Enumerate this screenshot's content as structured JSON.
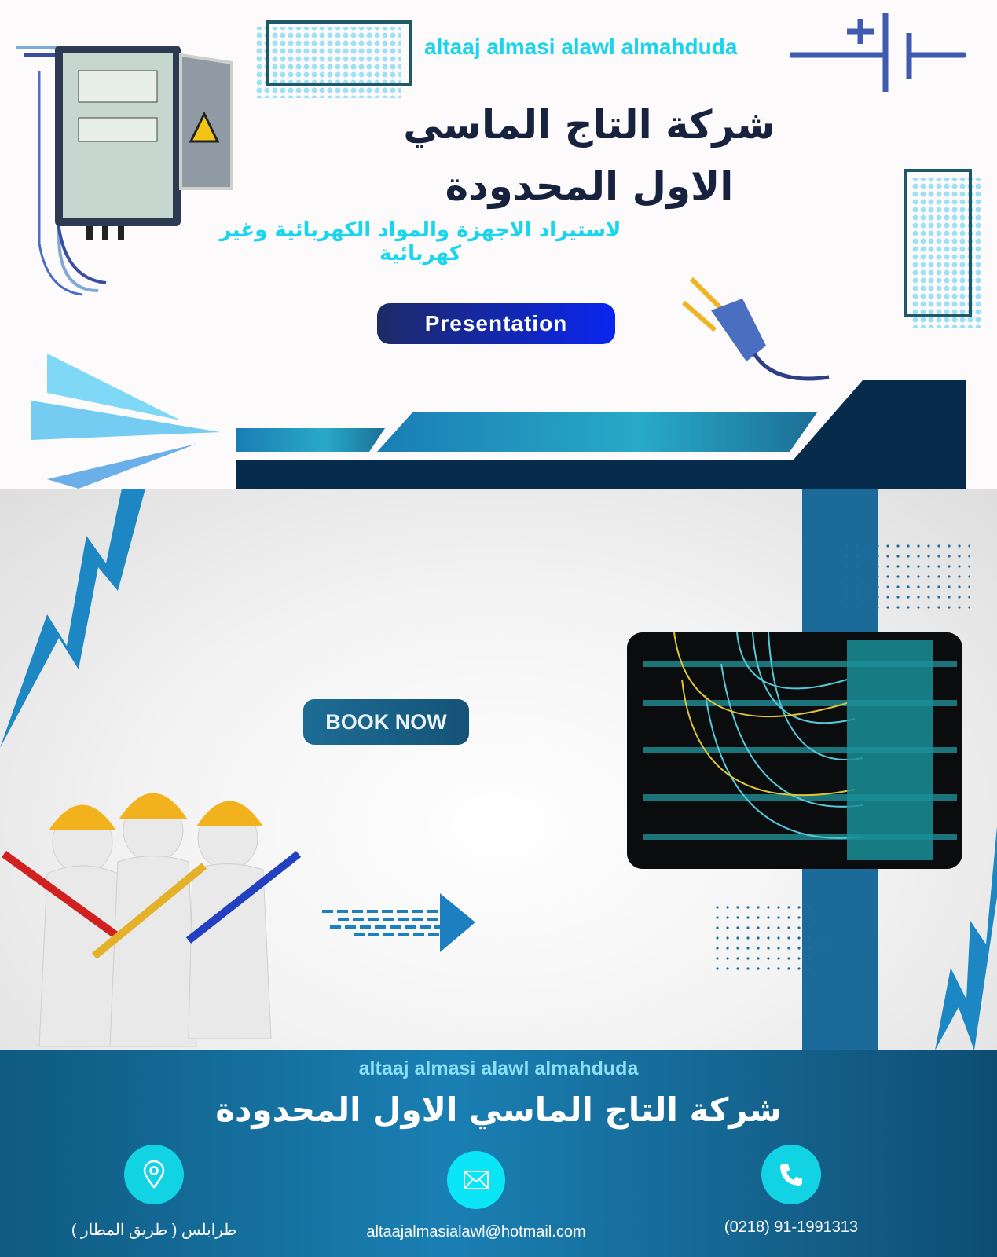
{
  "header": {
    "company_en": "altaaj almasi alawl almahduda",
    "company_ar": "شركة التاج الماسي الاول المحدودة",
    "tagline_ar": "لاستيراد الاجهزة والمواد الكهربائية وغير كهربائية",
    "presentation_label": "Presentation"
  },
  "main": {
    "book_label": "BOOK NOW"
  },
  "footer": {
    "company_en": "altaaj almasi alawl almahduda",
    "company_ar": "شركة التاج الماسي الاول المحدودة",
    "contacts": [
      {
        "icon": "location-pin-icon",
        "text": "طرابلس ( طريق المطار )"
      },
      {
        "icon": "envelope-icon",
        "text": "altaajalmasialawl@hotmail.com"
      },
      {
        "icon": "phone-icon",
        "text": "(0218) 91-1991313"
      }
    ]
  },
  "colors": {
    "accent_cyan": "#19d4ec",
    "navy": "#17223f",
    "footer_blue": "#1a7fb3",
    "dark_band": "#072b4b"
  }
}
